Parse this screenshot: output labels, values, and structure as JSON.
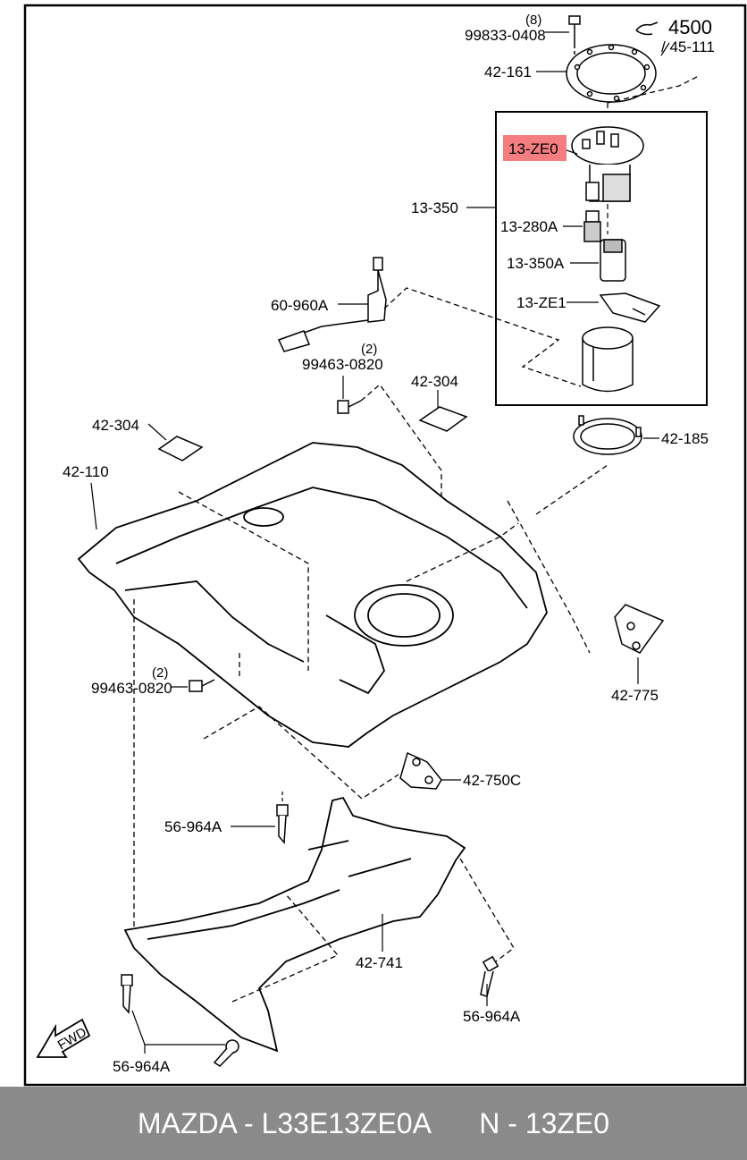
{
  "labels": {
    "bolt_qty": "(8)",
    "bolt_part": "99833-0408",
    "ref_num": "4500",
    "ref_sub": "/ 45-111",
    "ring_top": "42-161",
    "pump_set": "13-350",
    "pump_top": "13-ZE0",
    "regulator": "13-280A",
    "pump_motor": "13-350A",
    "filter": "13-ZE1",
    "sender": "60-960A",
    "nut_qty_1": "(2)",
    "nut_part_1": "99463-0820",
    "pad_right": "42-304",
    "pad_left": "42-304",
    "tank": "42-110",
    "ring_lower": "42-185",
    "bracket_right": "42-775",
    "nut_qty_2": "(2)",
    "nut_part_2": "99463-0820",
    "bracket_center": "42-750C",
    "clip_top": "56-964A",
    "guard": "42-741",
    "clip_right": "56-964A",
    "clip_bottom": "56-964A",
    "fwd": "FWD"
  },
  "highlight_color": "#f47d80",
  "footer": {
    "left": "MAZDA - L33E13ZE0A",
    "right": "N - 13ZE0"
  }
}
